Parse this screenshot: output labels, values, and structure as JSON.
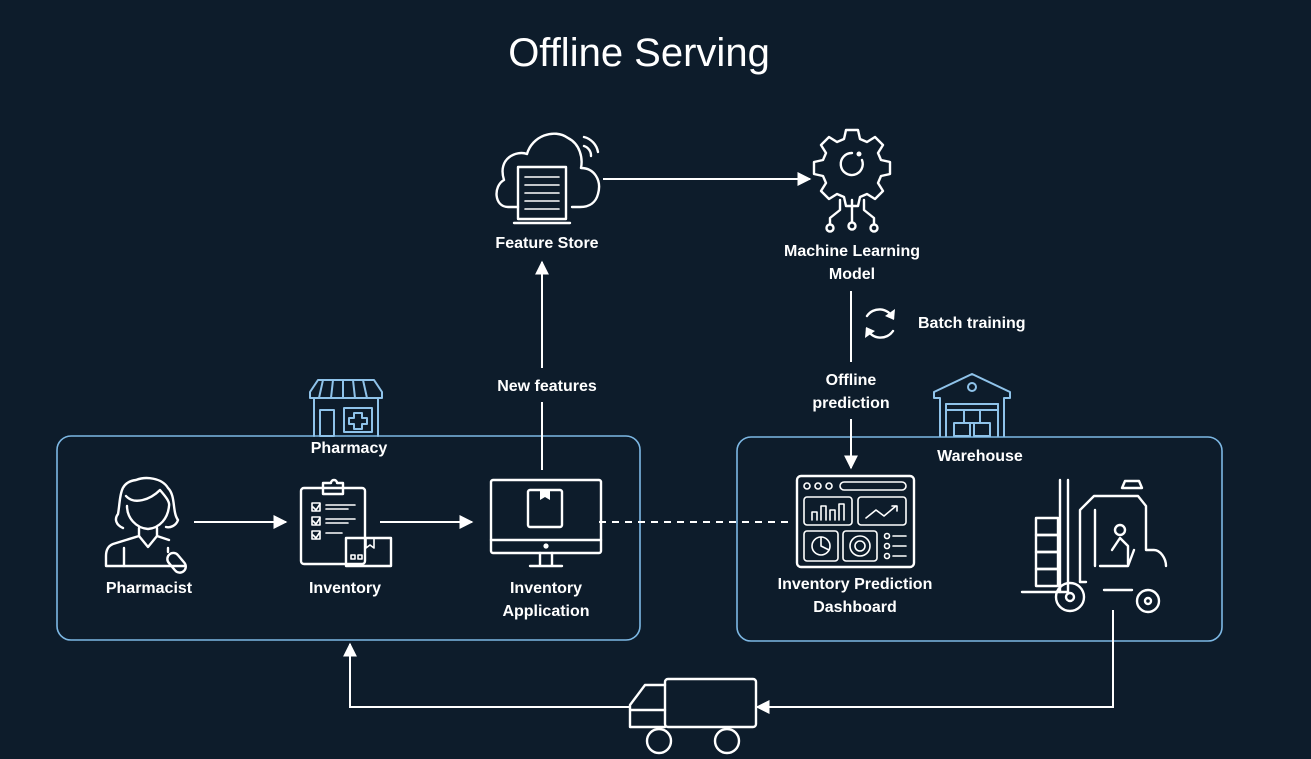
{
  "title": "Offline Serving",
  "nodes": {
    "feature_store": "Feature Store",
    "ml_model": [
      "Machine Learning",
      "Model"
    ],
    "pharmacy": "Pharmacy",
    "warehouse": "Warehouse",
    "pharmacist": "Pharmacist",
    "inventory": "Inventory",
    "inventory_app": [
      "Inventory",
      "Application"
    ],
    "dashboard": [
      "Inventory Prediction",
      "Dashboard"
    ]
  },
  "edges": {
    "new_features": "New features",
    "offline_prediction": [
      "Offline",
      "prediction"
    ],
    "batch_training": "Batch training"
  },
  "icons": {
    "feature_store": "cloud-document-icon",
    "ml_model": "gear-circuit-icon",
    "pharmacy": "pharmacy-store-icon",
    "warehouse": "warehouse-icon",
    "pharmacist": "pharmacist-icon",
    "inventory": "clipboard-checklist-icon",
    "inventory_app": "monitor-icon",
    "dashboard": "dashboard-icon",
    "forklift": "forklift-icon",
    "truck": "truck-icon",
    "batch_training": "refresh-icon"
  },
  "colors": {
    "background": "#0d1c2b",
    "box_border": "#7db8e4",
    "line": "#ffffff"
  }
}
